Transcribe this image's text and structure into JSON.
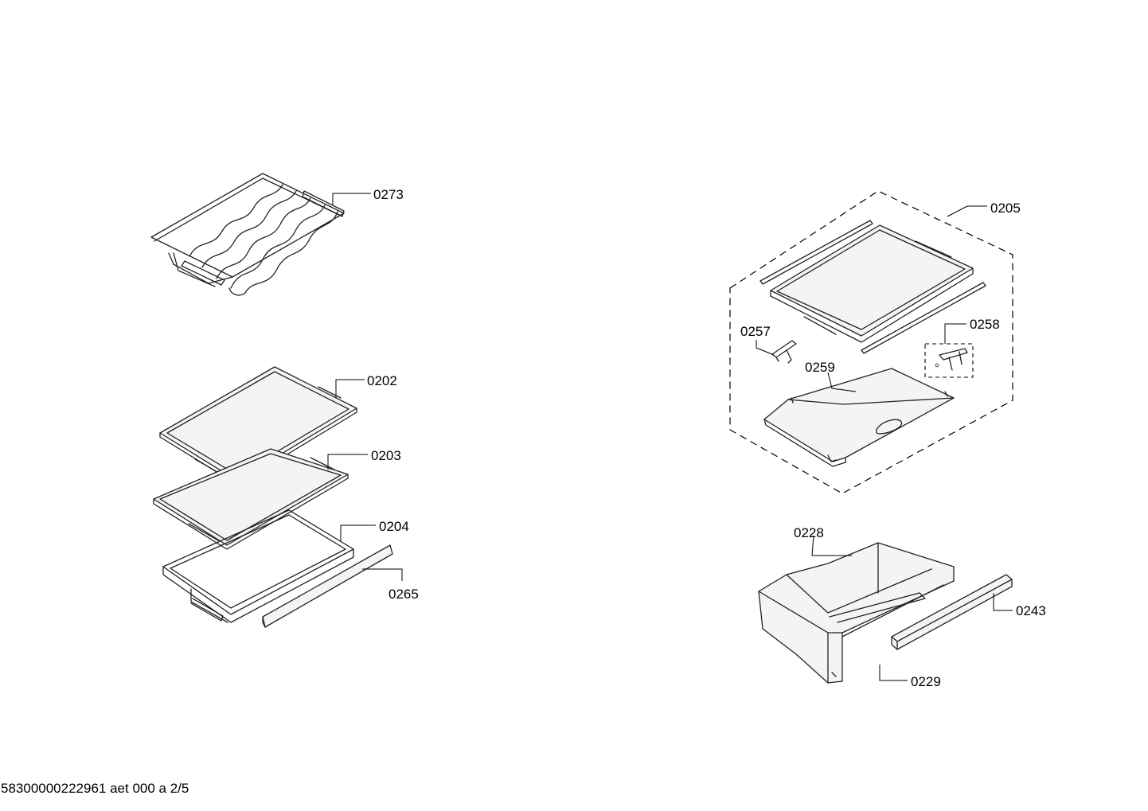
{
  "labels": {
    "p0273": "0273",
    "p0202": "0202",
    "p0203": "0203",
    "p0204": "0204",
    "p0265": "0265",
    "p0205": "0205",
    "p0257": "0257",
    "p0258": "0258",
    "p0259": "0259",
    "p0228": "0228",
    "p0243": "0243",
    "p0229": "0229"
  },
  "footer": {
    "text": "58300000222961 aet 000 a 2/5"
  }
}
